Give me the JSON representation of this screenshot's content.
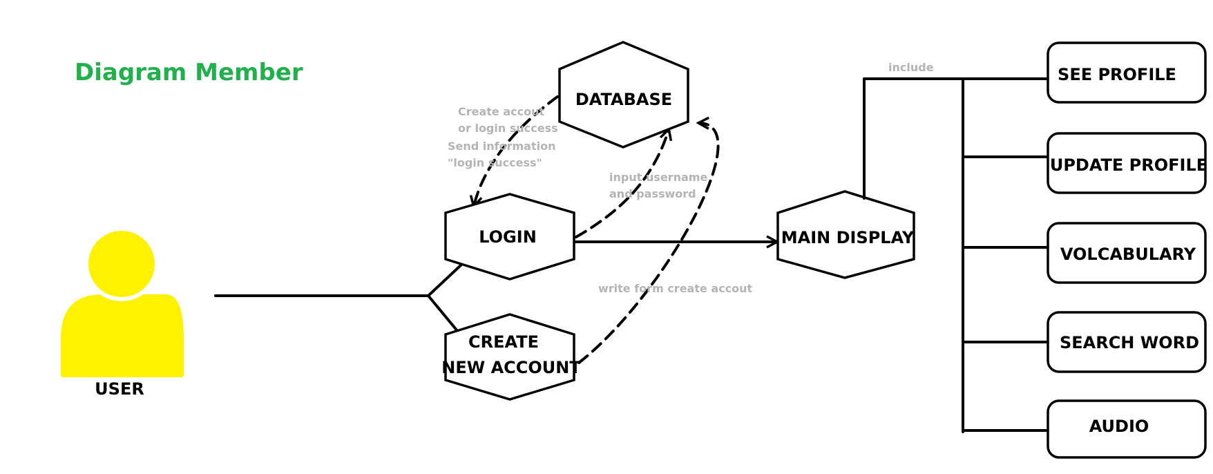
{
  "diagram": {
    "title": "Diagram Member",
    "title_color": "#21b14c",
    "actor": {
      "label": "USER",
      "color": "#fff200",
      "icon": "user-icon"
    },
    "nodes": {
      "database": "DATABASE",
      "login": "LOGIN",
      "create_line1": "CREATE",
      "create_line2": "NEW ACCOUNT",
      "main_display": "MAIN DISPLAY"
    },
    "features": [
      "SEE PROFILE",
      "UPDATE PROFILE",
      "VOLCABULARY",
      "SEARCH WORD",
      "AUDIO"
    ],
    "notes": {
      "create_account_1": "Create accout",
      "create_account_2": "or login success",
      "send_info_1": "Send information",
      "send_info_2": "\"login success\"",
      "input_1": "input username",
      "input_2": "and password",
      "write_form": "write form create accout",
      "include": "include"
    },
    "note_color": "#b4b4b4"
  }
}
